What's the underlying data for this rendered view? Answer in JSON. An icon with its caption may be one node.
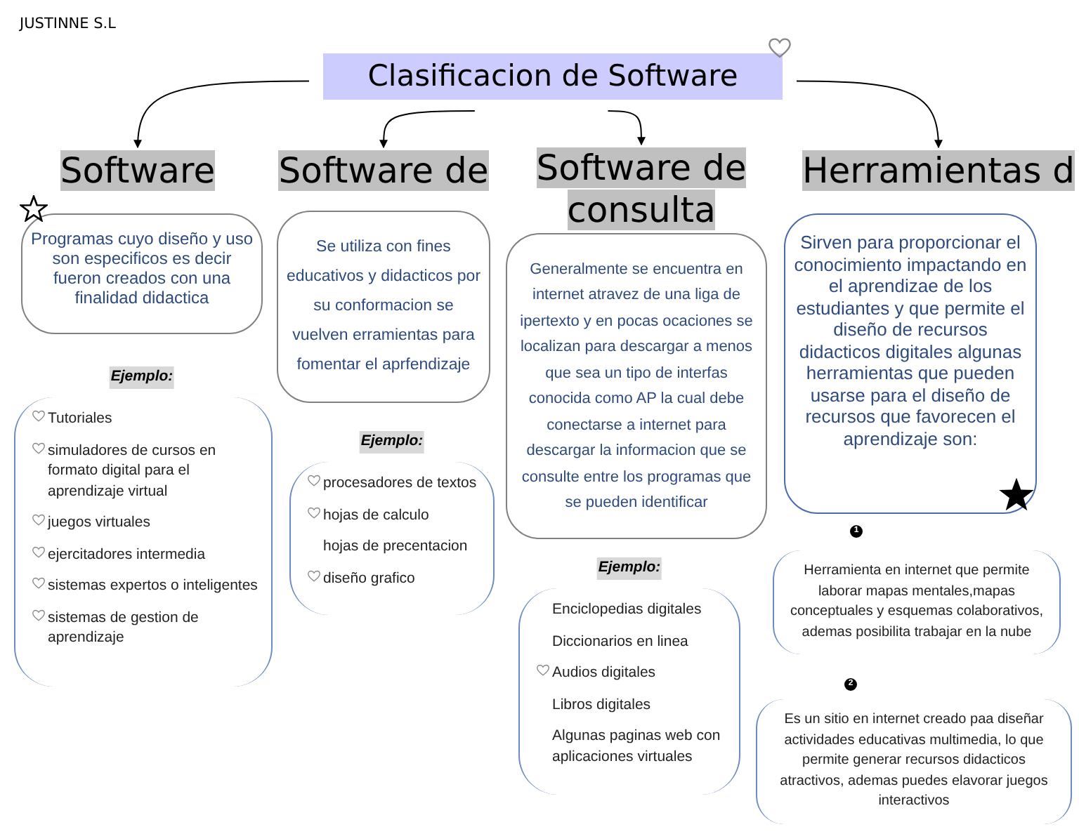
{
  "diagram": {
    "nodes": [
      {
        "text": [
          "Clasificacion de Software"
        ]
      },
      {
        "text": [
          "Software"
        ]
      },
      {
        "text": [
          "Software de"
        ]
      },
      {
        "text": [
          "Software de consulta"
        ]
      },
      {
        "text": [
          "Herramientas d"
        ]
      },
      {
        "text": [
          "Programas cuyo diseño y uso son especificos es decir fueron creados con una finalidad didactica"
        ]
      },
      {
        "text": [
          "Se utiliza con fines educativos y didacticos por su conformacion se vuelven erramientas para fomentar el aprfendizaje"
        ]
      },
      {
        "text": [
          "Generalmente se encuentra en internet atravez de una liga de ipertexto y en pocas ocaciones se localizan para descargar a menos que sea un tipo de interfas conocida como AP la cual debe conectarse a internet para descargar la informacion que se consulte entre los programas que se pueden identificar"
        ]
      },
      {
        "text": [
          "Sirven para proporcionar el conocimiento  impactando en el aprendizae de los estudiantes y que permite el diseño de recursos didacticos digitales algunas herramientas que pueden usarse para el diseño de recursos que favorecen el aprendizaje son:"
        ]
      },
      {
        "text": [
          "Tutoriales",
          "simuladores de cursos en formato digital para el aprendizaje virtual",
          "juegos virtuales",
          "ejercitadores intermedia",
          "sistemas expertos o inteligentes",
          "sistemas de gestion de aprendizaje"
        ]
      },
      {
        "text": [
          "procesadores de textos",
          "hojas de calculo",
          "hojas de precentacion",
          "diseño grafico"
        ]
      },
      {
        "text": [
          "Enciclopedias digitales",
          "Diccionarios en linea",
          "Audios digitales",
          "Libros digitales",
          "Algunas paginas web con aplicaciones virtuales"
        ]
      },
      {
        "text": [
          "Herramienta en internet que permite laborar mapas mentales,mapas conceptuales y esquemas colaborativos, ademas posibilita trabajar en la nube"
        ]
      },
      {
        "text": [
          "Es un sitio en internet creado paa diseñar actividades educativas multimedia, lo que permite generar recursos didacticos atractivos, ademas puedes elavorar juegos interactivos"
        ]
      }
    ],
    "edges": [
      {
        "from": 0,
        "to": 1,
        "arrow": "to"
      },
      {
        "from": 0,
        "to": 2,
        "arrow": "to"
      },
      {
        "from": 0,
        "to": 3,
        "arrow": "to"
      },
      {
        "from": 0,
        "to": 4,
        "arrow": "to"
      }
    ],
    "labels": [
      "JUSTINNE S.L",
      "Ejemplo:",
      "Ejemplo:",
      "1",
      "Ejemplo:",
      "2"
    ]
  }
}
